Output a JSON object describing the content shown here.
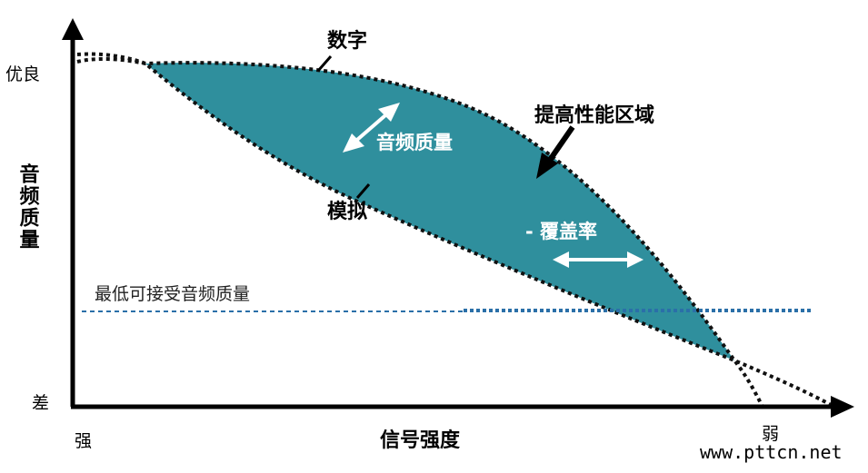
{
  "colors": {
    "fill": "#2f8f9d",
    "axis": "#000000",
    "curve": "#111111",
    "threshold": "#2a6fa8",
    "arrow_white": "#ffffff",
    "watermark": "#000000"
  },
  "y_axis": {
    "title": "音频质量",
    "top_label": "优良",
    "bottom_label": "差"
  },
  "x_axis": {
    "title": "信号强度",
    "left_label": "强",
    "right_label": "弱"
  },
  "labels": {
    "digital": "数字",
    "analog": "模拟",
    "improved_region": "提高性能区域",
    "audio_quality": "音频质量",
    "coverage": "- 覆盖率",
    "min_quality": "最低可接受音频质量"
  },
  "watermark": "www.pttcn.net",
  "icons": {
    "axis_arrows": "arrowhead-icon",
    "quality_arrow": "double-arrow-icon",
    "coverage_arrow": "double-arrow-icon",
    "pointer_arrow": "pointer-arrow-icon"
  }
}
